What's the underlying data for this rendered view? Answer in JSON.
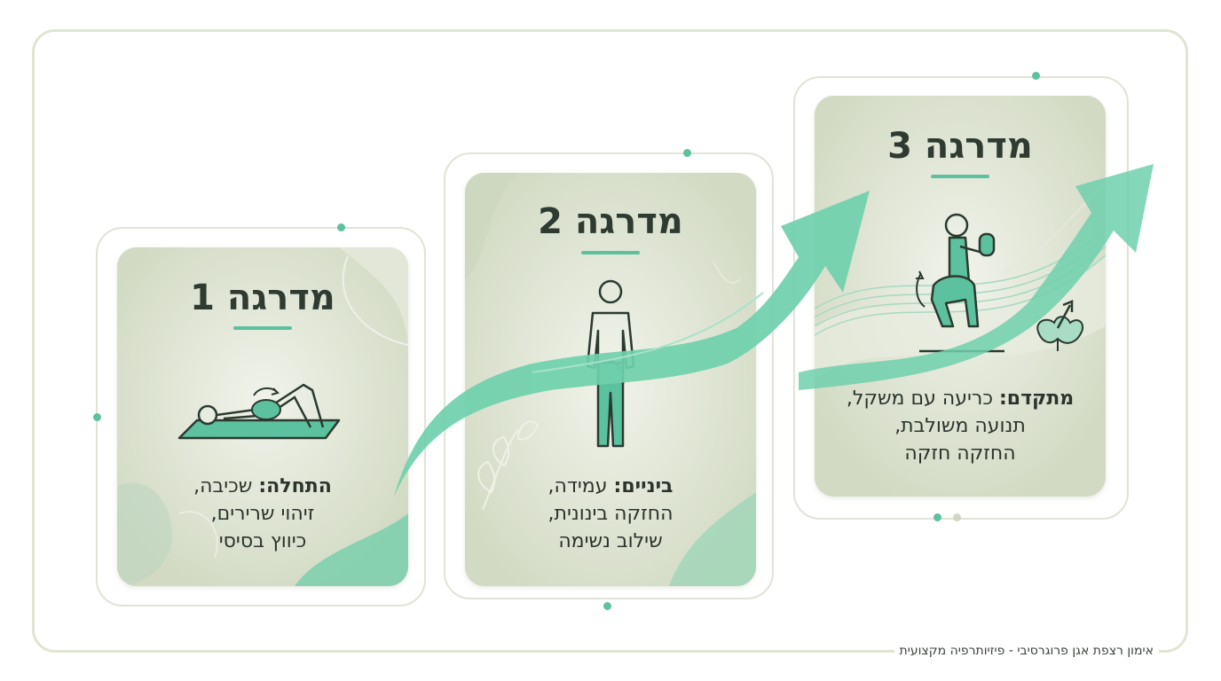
{
  "stages": [
    {
      "title": "מדרגה 1",
      "lead": "התחלה:",
      "lines": [
        "שכיבה,",
        "זיהוי שרירים,",
        "כיווץ בסיסי"
      ]
    },
    {
      "title": "מדרגה 2",
      "lead": "ביניים:",
      "lines": [
        "עמידה,",
        "החזקה בינונית,",
        "שילוב נשימה"
      ]
    },
    {
      "title": "מדרגה 3",
      "lead": "מתקדם:",
      "lines": [
        "כריעה עם משקל,",
        "תנועה משולבת,",
        "החזקה חזקה"
      ]
    }
  ],
  "footer": "אימון רצפת אגן פרוגרסיבי - פיזיותרפיה מקצועית",
  "colors": {
    "accent": "#5cc19f",
    "card": "#d2dac3",
    "frame": "#dfe5d3",
    "text": "#2f3a31"
  },
  "icons": [
    "lying-bridge-figure-icon",
    "standing-figure-icon",
    "squat-weight-figure-icon",
    "pelvis-icon",
    "leaf-icon"
  ]
}
